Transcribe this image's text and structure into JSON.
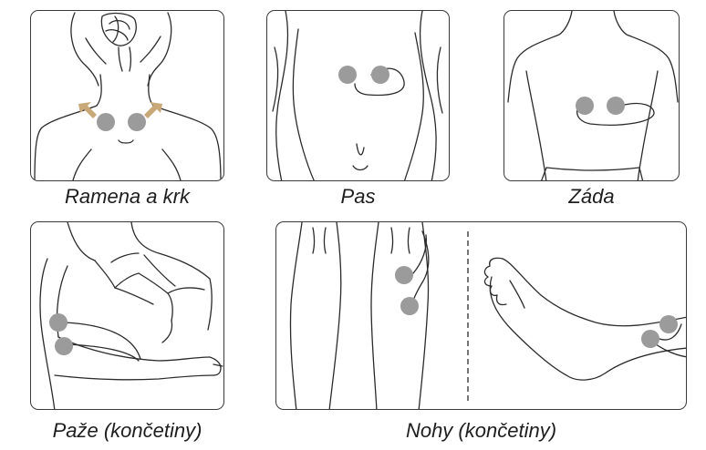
{
  "panels": [
    {
      "id": "neck",
      "caption": "Ramena a krk"
    },
    {
      "id": "waist",
      "caption": "Pas"
    },
    {
      "id": "back",
      "caption": "Záda"
    },
    {
      "id": "arm",
      "caption": "Paže (končetiny)"
    },
    {
      "id": "legs",
      "caption": "Nohy (končetiny)"
    }
  ],
  "colors": {
    "outline": "#2b2b2b",
    "electrode_pad": "#9b9b9b",
    "direction_arrow": "#c9a878",
    "panel_border": "#3a3a3a"
  }
}
